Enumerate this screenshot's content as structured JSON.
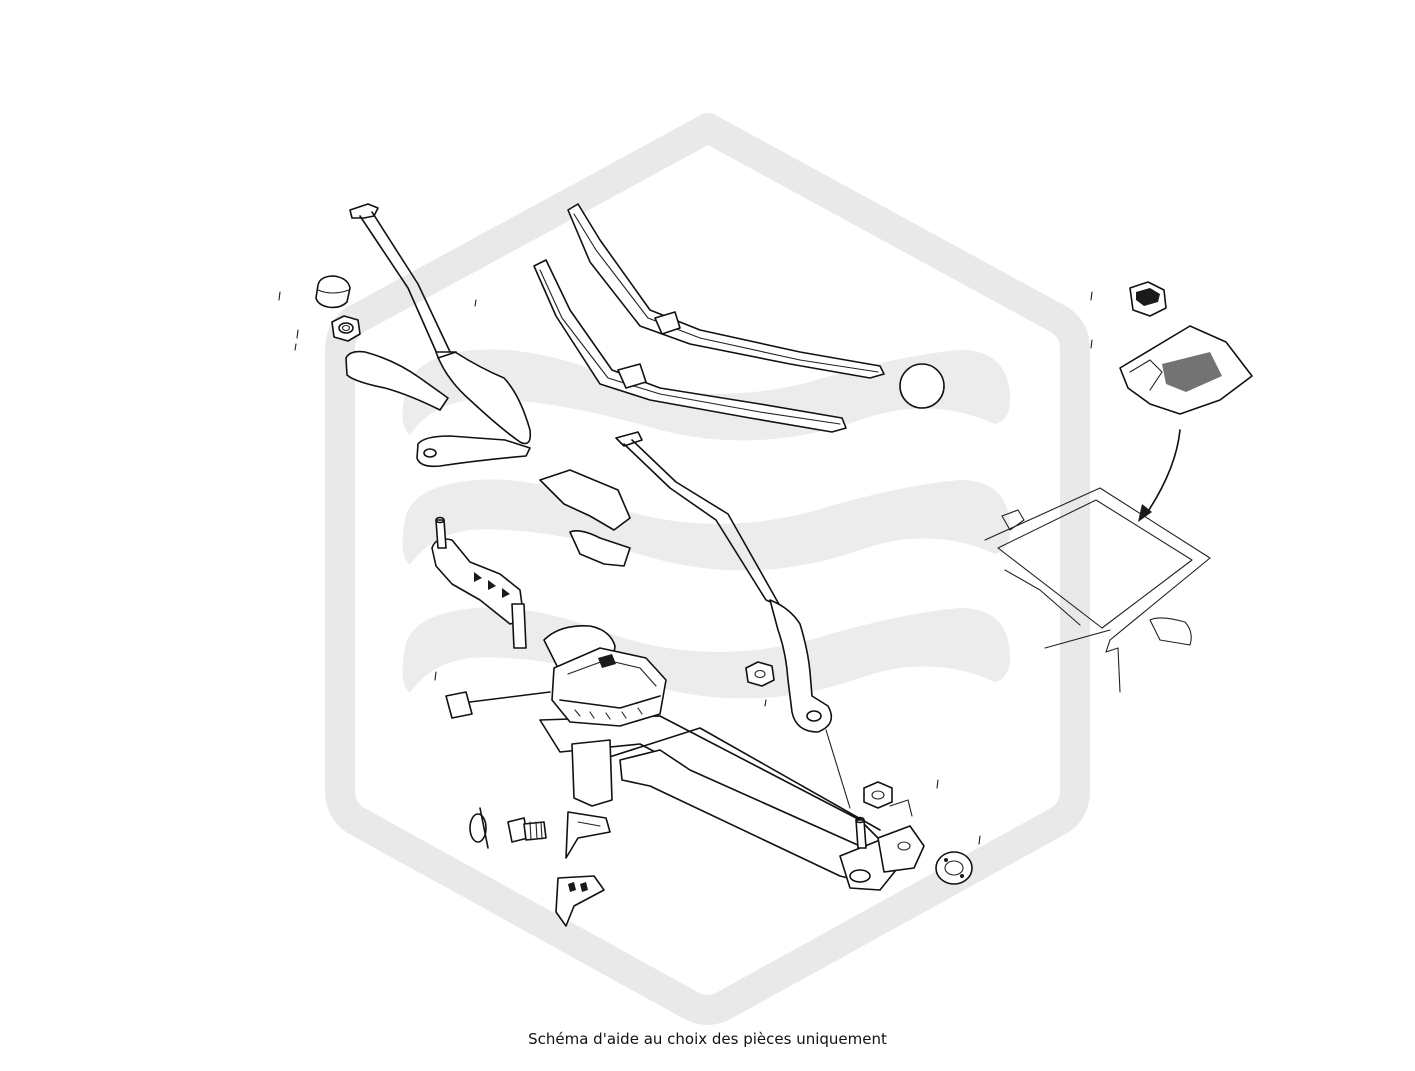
{
  "diagram": {
    "watermark_color": "#e9e9e9",
    "line_color": "#111111",
    "parts": [
      {
        "name": "wiper-arm-left",
        "icon": "wiper-arm"
      },
      {
        "name": "wiper-blade-upper",
        "icon": "wiper-blade"
      },
      {
        "name": "wiper-blade-lower",
        "icon": "wiper-blade"
      },
      {
        "name": "wiper-arm-right",
        "icon": "wiper-arm"
      },
      {
        "name": "arm-cover-cap",
        "icon": "cap"
      },
      {
        "name": "nut",
        "icon": "hex-nut"
      },
      {
        "name": "spindle-seal",
        "icon": "round-seal"
      },
      {
        "name": "wiper-linkage",
        "icon": "linkage"
      },
      {
        "name": "wiper-motor",
        "icon": "motor"
      },
      {
        "name": "connector",
        "icon": "connector"
      },
      {
        "name": "bolt",
        "icon": "bolt"
      },
      {
        "name": "grommet",
        "icon": "grommet"
      },
      {
        "name": "mounting-bracket",
        "icon": "bracket"
      },
      {
        "name": "rain-sensor",
        "icon": "sensor"
      },
      {
        "name": "sensor-cover",
        "icon": "cover"
      },
      {
        "name": "windshield",
        "icon": "windshield"
      }
    ]
  },
  "caption": "Schéma d'aide au choix des pièces uniquement"
}
